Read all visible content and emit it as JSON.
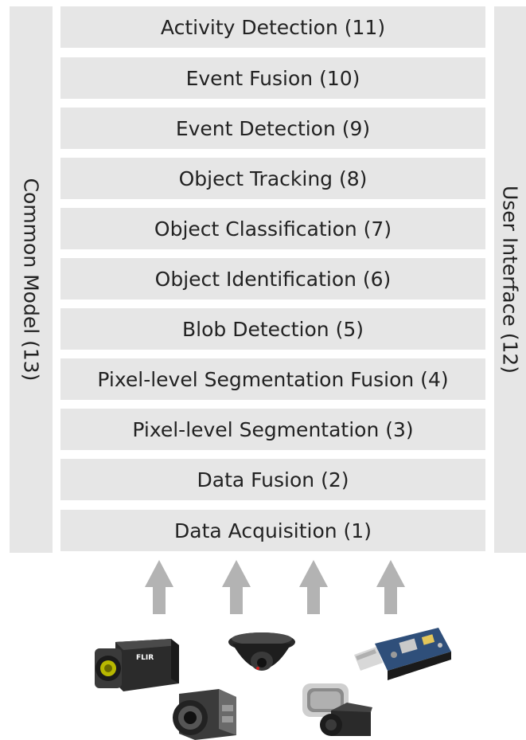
{
  "layers": [
    {
      "label": "Activity Detection (11)"
    },
    {
      "label": "Event Fusion (10)"
    },
    {
      "label": "Event Detection (9)"
    },
    {
      "label": "Object Tracking (8)"
    },
    {
      "label": "Object Classification (7)"
    },
    {
      "label": "Object Identification (6)"
    },
    {
      "label": "Blob Detection (5)"
    },
    {
      "label": "Pixel-level Segmentation Fusion (4)"
    },
    {
      "label": "Pixel-level Segmentation (3)"
    },
    {
      "label": "Data Fusion (2)"
    },
    {
      "label": "Data Acquisition (1)"
    }
  ],
  "left_panel": {
    "label": "Common Model (13)"
  },
  "right_panel": {
    "label": "User Interface (12)"
  },
  "sensors": {
    "thermal_camera_brand": "FLIR",
    "icons": [
      "thermal-camera-icon",
      "zoom-camera-icon",
      "dome-camera-icon",
      "pir-motion-sensor-icon",
      "usb-wireless-module-icon"
    ]
  },
  "colors": {
    "panel": "#e6e6e6",
    "arrow": "#b3b3b3",
    "text": "#222222"
  }
}
